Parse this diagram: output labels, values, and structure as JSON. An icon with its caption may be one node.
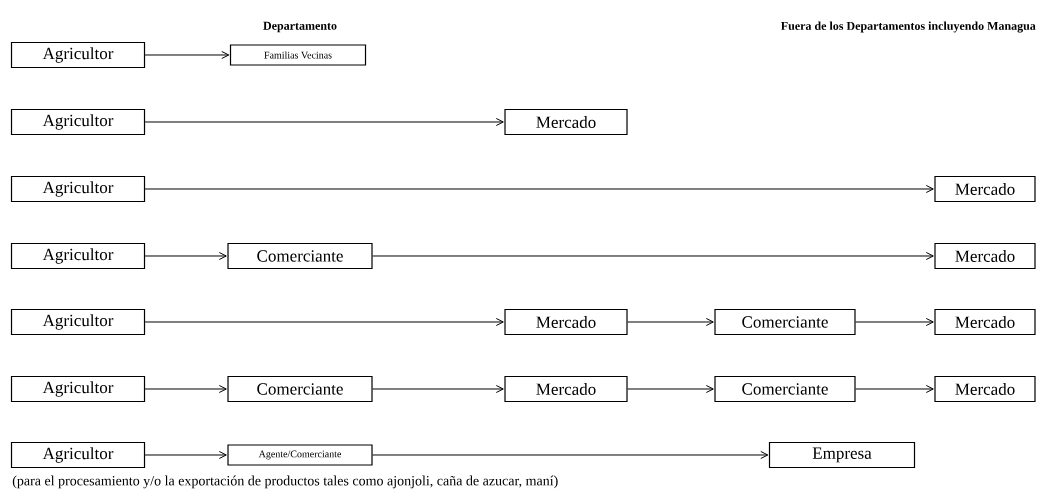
{
  "diagram": {
    "nodes": [
      {
        "text": [
          "Agricultor"
        ]
      },
      {
        "text": [
          "Familias Vecinas"
        ]
      },
      {
        "text": [
          "Agricultor"
        ]
      },
      {
        "text": [
          "Mercado"
        ]
      },
      {
        "text": [
          "Agricultor"
        ]
      },
      {
        "text": [
          "Mercado"
        ]
      },
      {
        "text": [
          "Agricultor"
        ]
      },
      {
        "text": [
          "Comerciante"
        ]
      },
      {
        "text": [
          "Mercado"
        ]
      },
      {
        "text": [
          "Agricultor"
        ]
      },
      {
        "text": [
          "Mercado"
        ]
      },
      {
        "text": [
          "Comerciante"
        ]
      },
      {
        "text": [
          "Mercado"
        ]
      },
      {
        "text": [
          "Agricultor"
        ]
      },
      {
        "text": [
          "Comerciante"
        ]
      },
      {
        "text": [
          "Mercado"
        ]
      },
      {
        "text": [
          "Comerciante"
        ]
      },
      {
        "text": [
          "Mercado"
        ]
      },
      {
        "text": [
          "Agricultor"
        ]
      },
      {
        "text": [
          "Agente/Comerciante"
        ]
      },
      {
        "text": [
          "Empresa"
        ]
      }
    ],
    "edges": [
      {
        "from": 0,
        "to": 1,
        "arrow": "to"
      },
      {
        "from": 2,
        "to": 3,
        "arrow": "to"
      },
      {
        "from": 4,
        "to": 5,
        "arrow": "to"
      },
      {
        "from": 6,
        "to": 7,
        "arrow": "to"
      },
      {
        "from": 7,
        "to": 8,
        "arrow": "to"
      },
      {
        "from": 9,
        "to": 10,
        "arrow": "to"
      },
      {
        "from": 10,
        "to": 11,
        "arrow": "to"
      },
      {
        "from": 11,
        "to": 12,
        "arrow": "to"
      },
      {
        "from": 13,
        "to": 14,
        "arrow": "to"
      },
      {
        "from": 14,
        "to": 15,
        "arrow": "to"
      },
      {
        "from": 15,
        "to": 16,
        "arrow": "to"
      },
      {
        "from": 16,
        "to": 17,
        "arrow": "to"
      },
      {
        "from": 18,
        "to": 19,
        "arrow": "to"
      },
      {
        "from": 19,
        "to": 20,
        "arrow": "to"
      }
    ],
    "labels": [
      "Departamento",
      "Fuera de los Departamentos incluyendo Managua",
      "(para el procesamiento y/o la exportación de productos tales como ajonjoli, caña de azucar, maní)"
    ]
  }
}
